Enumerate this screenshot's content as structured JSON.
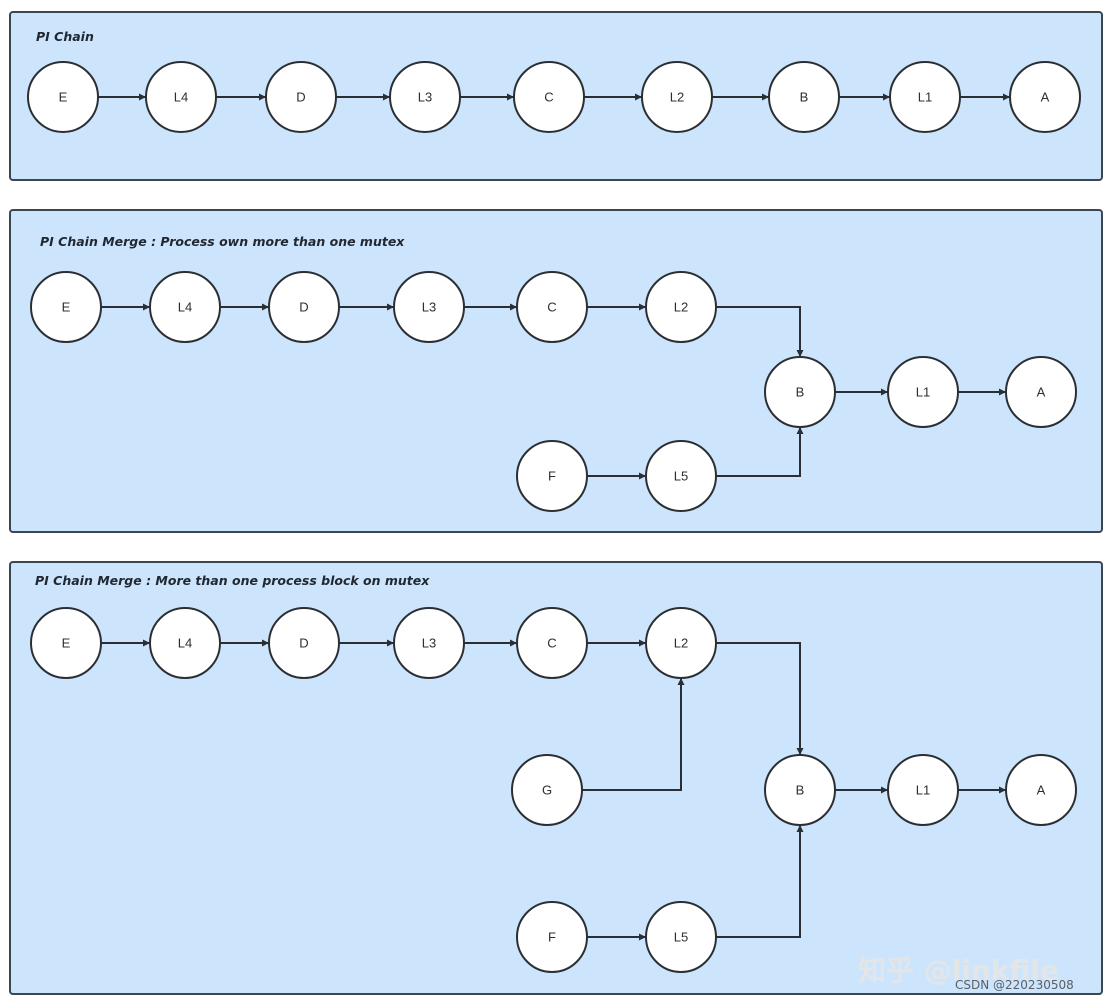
{
  "panels": [
    {
      "title": "PI Chain",
      "nodes": [
        {
          "id": "E",
          "label": "E"
        },
        {
          "id": "L4",
          "label": "L4"
        },
        {
          "id": "D",
          "label": "D"
        },
        {
          "id": "L3",
          "label": "L3"
        },
        {
          "id": "C",
          "label": "C"
        },
        {
          "id": "L2",
          "label": "L2"
        },
        {
          "id": "B",
          "label": "B"
        },
        {
          "id": "L1",
          "label": "L1"
        },
        {
          "id": "A",
          "label": "A"
        }
      ],
      "edges": [
        {
          "from": "E",
          "to": "L4"
        },
        {
          "from": "L4",
          "to": "D"
        },
        {
          "from": "D",
          "to": "L3"
        },
        {
          "from": "L3",
          "to": "C"
        },
        {
          "from": "C",
          "to": "L2"
        },
        {
          "from": "L2",
          "to": "B"
        },
        {
          "from": "B",
          "to": "L1"
        },
        {
          "from": "L1",
          "to": "A"
        }
      ]
    },
    {
      "title": "PI Chain Merge : Process own more than one mutex",
      "nodes": [
        {
          "id": "E",
          "label": "E"
        },
        {
          "id": "L4",
          "label": "L4"
        },
        {
          "id": "D",
          "label": "D"
        },
        {
          "id": "L3",
          "label": "L3"
        },
        {
          "id": "C",
          "label": "C"
        },
        {
          "id": "L2",
          "label": "L2"
        },
        {
          "id": "B",
          "label": "B"
        },
        {
          "id": "L1",
          "label": "L1"
        },
        {
          "id": "A",
          "label": "A"
        },
        {
          "id": "F",
          "label": "F"
        },
        {
          "id": "L5",
          "label": "L5"
        }
      ],
      "edges": [
        {
          "from": "E",
          "to": "L4"
        },
        {
          "from": "L4",
          "to": "D"
        },
        {
          "from": "D",
          "to": "L3"
        },
        {
          "from": "L3",
          "to": "C"
        },
        {
          "from": "C",
          "to": "L2"
        },
        {
          "from": "L2",
          "to": "B"
        },
        {
          "from": "B",
          "to": "L1"
        },
        {
          "from": "L1",
          "to": "A"
        },
        {
          "from": "F",
          "to": "L5"
        },
        {
          "from": "L5",
          "to": "B"
        }
      ]
    },
    {
      "title": "PI Chain Merge : More than one process block on mutex",
      "nodes": [
        {
          "id": "E",
          "label": "E"
        },
        {
          "id": "L4",
          "label": "L4"
        },
        {
          "id": "D",
          "label": "D"
        },
        {
          "id": "L3",
          "label": "L3"
        },
        {
          "id": "C",
          "label": "C"
        },
        {
          "id": "L2",
          "label": "L2"
        },
        {
          "id": "G",
          "label": "G"
        },
        {
          "id": "B",
          "label": "B"
        },
        {
          "id": "L1",
          "label": "L1"
        },
        {
          "id": "A",
          "label": "A"
        },
        {
          "id": "F",
          "label": "F"
        },
        {
          "id": "L5",
          "label": "L5"
        }
      ],
      "edges": [
        {
          "from": "E",
          "to": "L4"
        },
        {
          "from": "L4",
          "to": "D"
        },
        {
          "from": "D",
          "to": "L3"
        },
        {
          "from": "L3",
          "to": "C"
        },
        {
          "from": "C",
          "to": "L2"
        },
        {
          "from": "G",
          "to": "L2"
        },
        {
          "from": "L2",
          "to": "B"
        },
        {
          "from": "B",
          "to": "L1"
        },
        {
          "from": "L1",
          "to": "A"
        },
        {
          "from": "F",
          "to": "L5"
        },
        {
          "from": "L5",
          "to": "B"
        }
      ]
    }
  ],
  "watermark": {
    "text": "知乎 @linkfile",
    "sub": "CSDN @220230508"
  }
}
